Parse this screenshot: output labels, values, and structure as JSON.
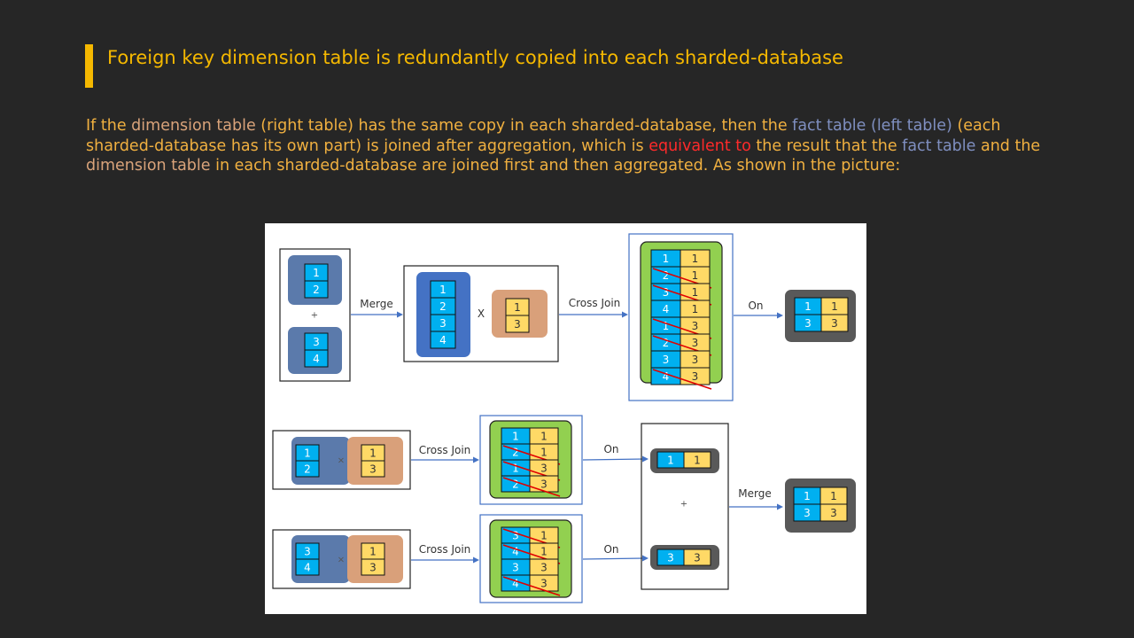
{
  "title": "Foreign key dimension table is redundantly copied into each sharded-database",
  "paragraph": {
    "s1": "If the ",
    "s2": "dimension table",
    "s3": " (right table) has the same copy in each sharded-database, then the ",
    "s4": "fact table (left table)",
    "s5": " (each sharded-database has its own part) is joined after aggregation, which is ",
    "s6": "equivalent to",
    "s7": " the result that the ",
    "s8": "fact table",
    "s9": " and the ",
    "s10": "dimension table",
    "s11": " in each sharded-database are joined first and then aggregated. As shown in the picture:"
  },
  "colors": {
    "fact_cell": "#00b0f0",
    "dim_cell": "#ffd966",
    "fact_group": "#5b7aab",
    "dim_group": "#d9a07a",
    "merged_group": "#4472c4",
    "join_group": "#92d050",
    "result_group": "#595959",
    "frame": "#4472c4",
    "strike": "#e00000"
  },
  "diagram": {
    "labels": {
      "merge": "Merge",
      "cross_join": "Cross Join",
      "on": "On",
      "times": "X",
      "small_times": "×",
      "plus": "+"
    },
    "top": {
      "shard_a_fact": [
        "1",
        "2"
      ],
      "shard_b_fact": [
        "3",
        "4"
      ],
      "merged_fact": [
        "1",
        "2",
        "3",
        "4"
      ],
      "dim": [
        "1",
        "3"
      ],
      "cross_rows": [
        [
          "1",
          "1"
        ],
        [
          "2",
          "1"
        ],
        [
          "3",
          "1"
        ],
        [
          "4",
          "1"
        ],
        [
          "1",
          "3"
        ],
        [
          "2",
          "3"
        ],
        [
          "3",
          "3"
        ],
        [
          "4",
          "3"
        ]
      ],
      "cross_struck": [
        false,
        true,
        true,
        false,
        true,
        true,
        false,
        true
      ],
      "result": [
        [
          "1",
          "1"
        ],
        [
          "3",
          "3"
        ]
      ]
    },
    "bottom_a": {
      "fact": [
        "1",
        "2"
      ],
      "dim": [
        "1",
        "3"
      ],
      "cross_rows": [
        [
          "1",
          "1"
        ],
        [
          "2",
          "1"
        ],
        [
          "1",
          "3"
        ],
        [
          "2",
          "3"
        ]
      ],
      "cross_struck": [
        false,
        true,
        true,
        true
      ],
      "on_result": [
        "1",
        "1"
      ]
    },
    "bottom_b": {
      "fact": [
        "3",
        "4"
      ],
      "dim": [
        "1",
        "3"
      ],
      "cross_rows": [
        [
          "3",
          "1"
        ],
        [
          "4",
          "1"
        ],
        [
          "3",
          "3"
        ],
        [
          "4",
          "3"
        ]
      ],
      "cross_struck": [
        true,
        true,
        false,
        true
      ],
      "on_result": [
        "3",
        "3"
      ]
    },
    "final_result": [
      [
        "1",
        "1"
      ],
      [
        "3",
        "3"
      ]
    ]
  }
}
